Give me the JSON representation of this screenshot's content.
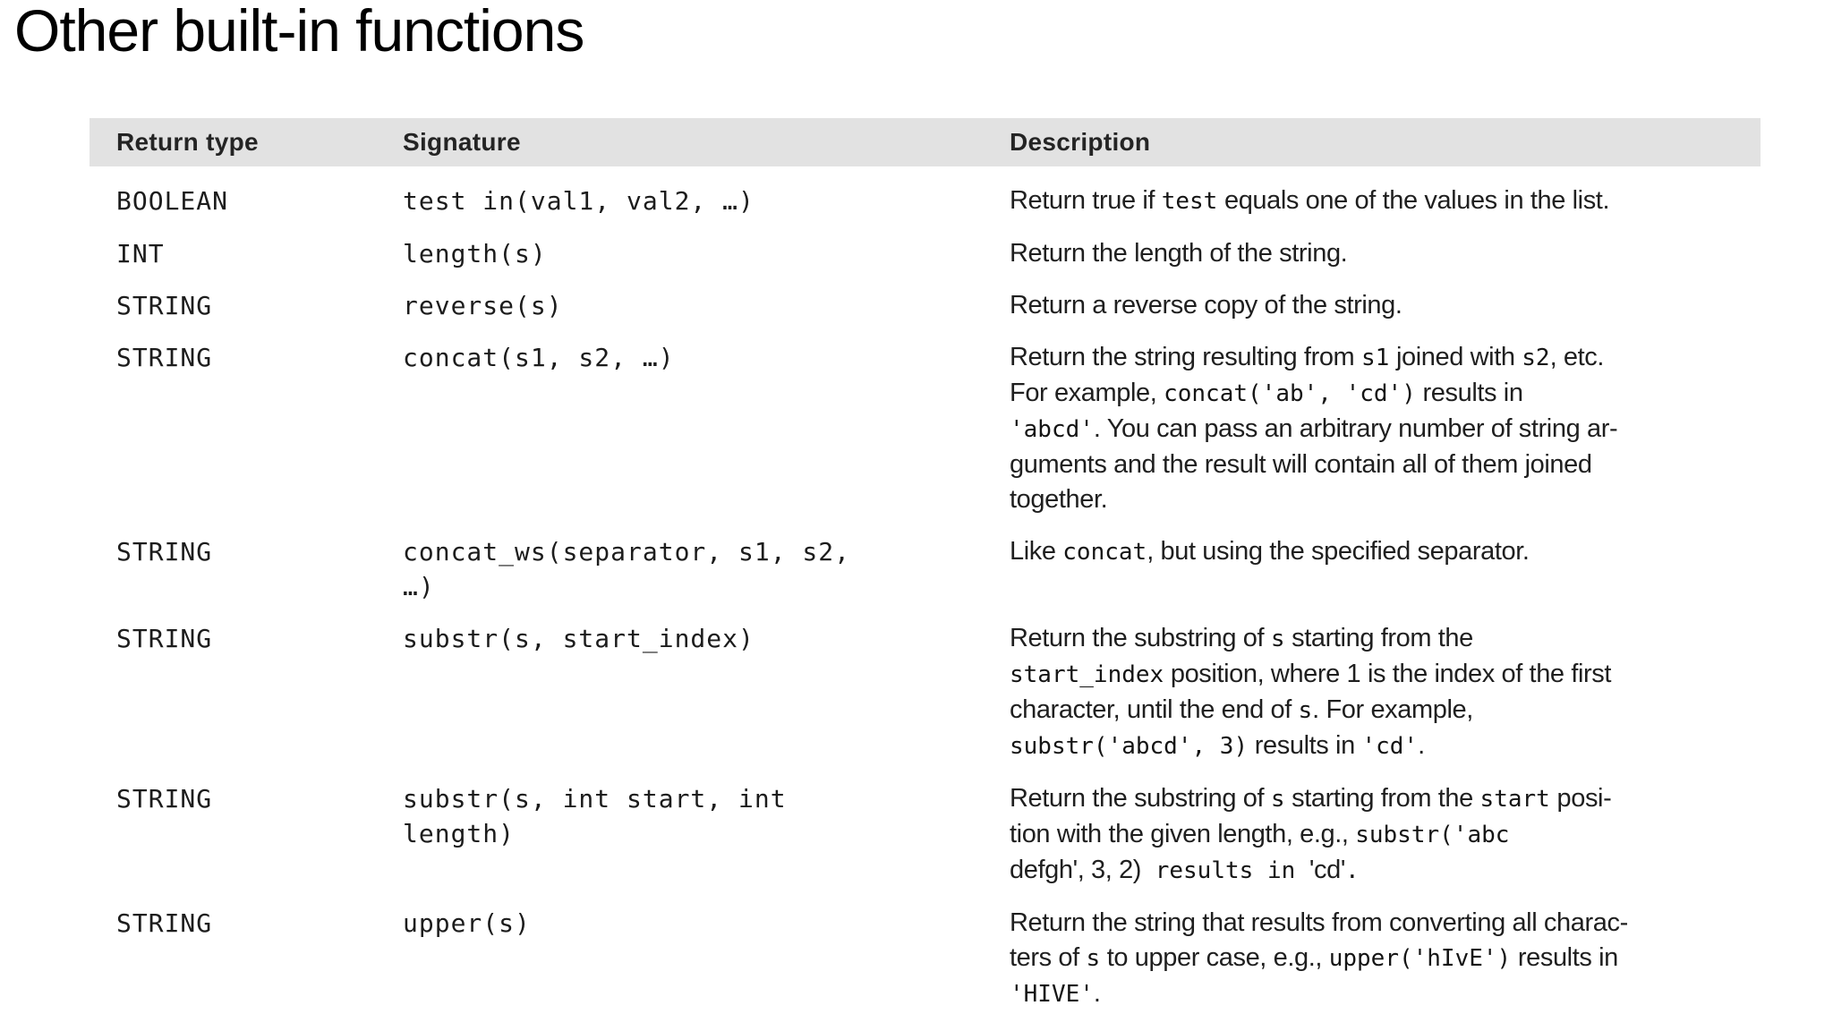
{
  "title": "Other built-in functions",
  "colors": {
    "background": "#ffffff",
    "header_bar": "#e2e2e2",
    "text": "#1f1f1f"
  },
  "table": {
    "headers": {
      "return_type": "Return type",
      "signature": "Signature",
      "description": "Description"
    },
    "rows": [
      {
        "return_type": "BOOLEAN",
        "signature_lines": [
          "test in(val1, val2, …)"
        ],
        "description_lines": [
          "Return true if `test` equals one of the values in the list."
        ]
      },
      {
        "return_type": "INT",
        "signature_lines": [
          "length(s)"
        ],
        "description_lines": [
          "Return the length of the string."
        ]
      },
      {
        "return_type": "STRING",
        "signature_lines": [
          "reverse(s)"
        ],
        "description_lines": [
          "Return a reverse copy of the string."
        ]
      },
      {
        "return_type": "STRING",
        "signature_lines": [
          "concat(s1, s2, …)"
        ],
        "description_lines": [
          "Return the string resulting from `s1` joined with `s2`, etc.",
          "For example, `concat('ab', 'cd')` results in",
          "`'abcd'`. You can pass an arbitrary number of string ar-",
          "guments and the result will contain all of them joined",
          "together."
        ]
      },
      {
        "return_type": "STRING",
        "signature_lines": [
          "concat_ws(separator, s1, s2,",
          "…)"
        ],
        "description_lines": [
          "Like `concat`, but using the specified separator."
        ]
      },
      {
        "return_type": "STRING",
        "signature_lines": [
          "substr(s, start_index)"
        ],
        "description_lines": [
          "Return the substring of `s` starting from the",
          "`start_index` position, where 1 is the index of the first",
          "character, until the end of `s`. For example,",
          "`substr('abcd', 3)` results in `'cd'`."
        ]
      },
      {
        "return_type": "STRING",
        "signature_lines": [
          "substr(s, int start, int",
          "length)"
        ],
        "description_lines": [
          "Return the substring of `s` starting from the `start` posi-",
          "tion with the given length, e.g., `substr('abc",
          "defgh', 3, 2)` results in `'cd'`."
        ]
      },
      {
        "return_type": "STRING",
        "signature_lines": [
          "upper(s)"
        ],
        "description_lines": [
          "Return the string that results from converting all charac-",
          "ters of `s` to upper case, e.g., `upper('hIvE')` results in",
          "`'HIVE'`."
        ]
      }
    ]
  }
}
